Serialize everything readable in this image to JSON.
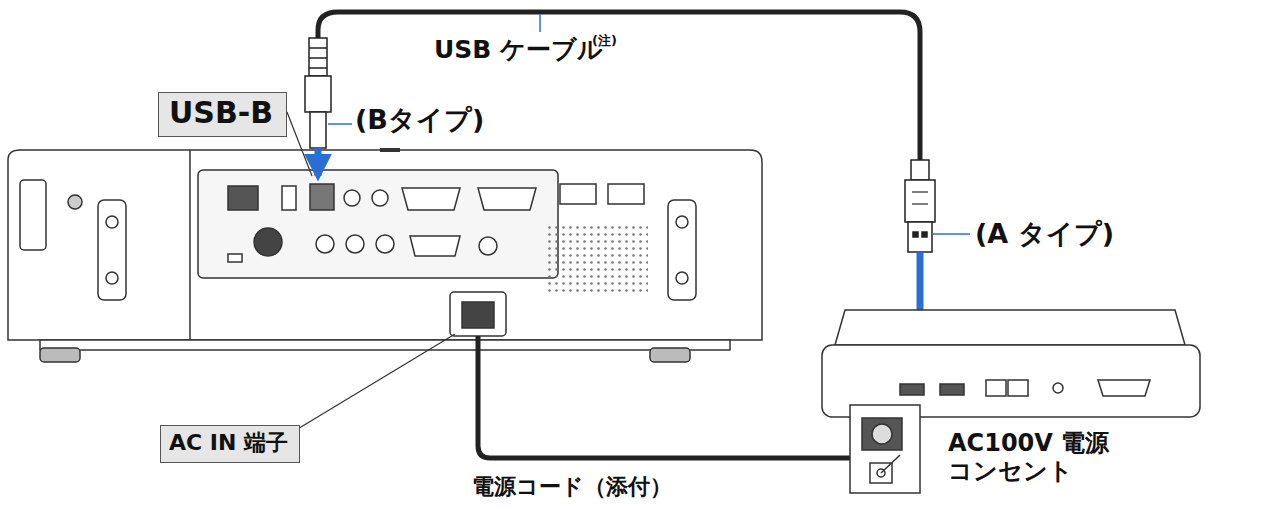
{
  "diagram": {
    "nodes": [
      {
        "text": [
          "USB-B"
        ]
      },
      {
        "text": [
          "AC IN 端子"
        ]
      }
    ],
    "labels": [
      "USB ケーブル",
      "(注)",
      "(Bタイプ)",
      "(A タイプ)",
      "電源コード（添付）",
      "AC100V 電源コンセント"
    ]
  }
}
